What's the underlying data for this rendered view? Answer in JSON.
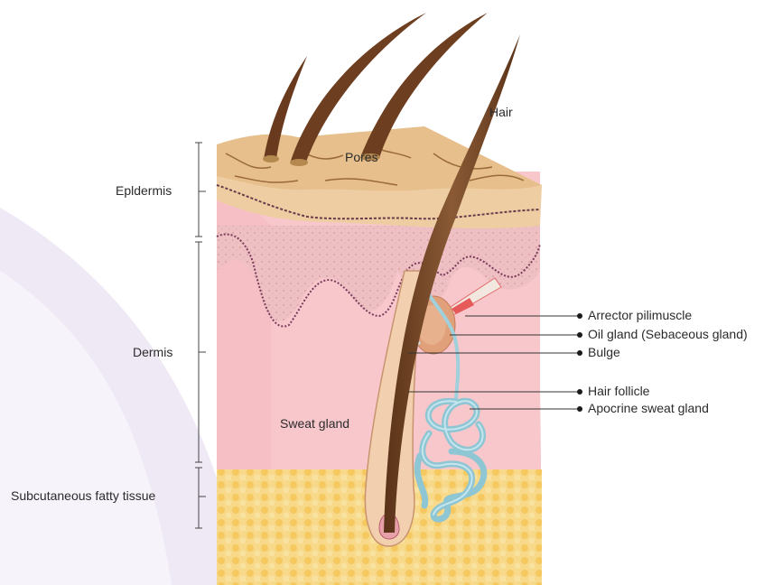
{
  "layers": {
    "epidermis": "Epldermis",
    "dermis": "Dermis",
    "subcutaneous": "Subcutaneous fatty tissue"
  },
  "inner_labels": {
    "hair": "Hair",
    "pores": "Pores",
    "sweat_gland": "Sweat gland"
  },
  "callouts": {
    "arrector": "Arrector pilimuscle",
    "oil_gland": "Oil gland (Sebaceous gland)",
    "bulge": "Bulge",
    "hair_follicle": "Hair follicle",
    "apocrine": "Apocrine sweat gland"
  },
  "colors": {
    "dermis": "#f7c7cc",
    "epidermis": "#e8c69a",
    "fat": "#f8d27a",
    "hair": "#7a4a2a",
    "sweat_gland": "#9fd0dc",
    "watermark": "#ece6f4"
  }
}
